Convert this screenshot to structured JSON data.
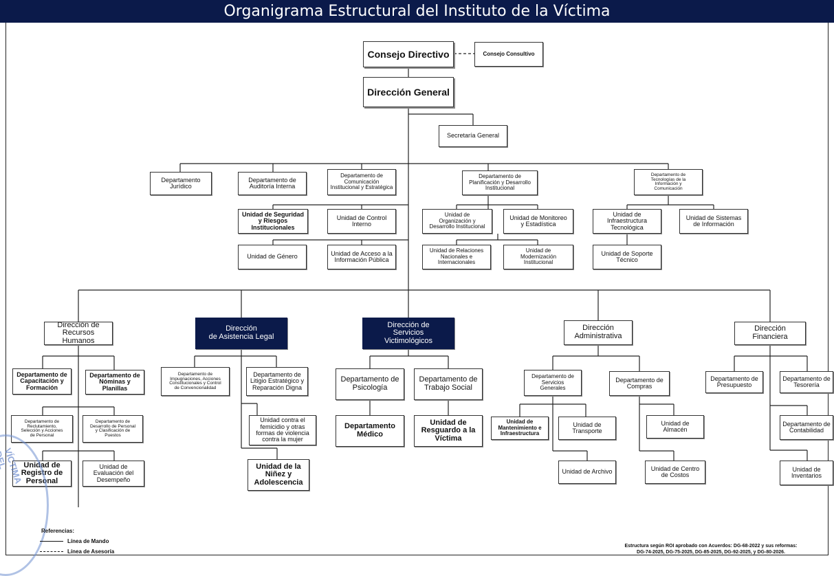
{
  "title": "Organigrama Estructural del Instituto de la Víctima",
  "nodes": {
    "consejo_directivo": "Consejo Directivo",
    "consejo_consultivo": "Consejo Consultivo",
    "direccion_general": "Dirección General",
    "secretaria_general": "Secretaría General",
    "dep_juridico": "Departamento\nJurídico",
    "dep_auditoria": "Departamento de\nAuditoría Interna",
    "dep_comunicacion": "Departamento de\nComunicación\nInstitucional y Estratégica",
    "dep_planificacion": "Departamento de\nPlanificación y Desarrollo\nInstitucional",
    "dep_tecnologias": "Departamento de\nTecnologías de la\nInformación y\nComunicación",
    "u_seguridad": "Unidad de Seguridad\ny Riesgos\nInstitucionales",
    "u_control": "Unidad de Control\nInterno",
    "u_organizacion": "Unidad de\nOrganización y\nDesarrollo Institucional",
    "u_monitoreo": "Unidad de Monitoreo\ny Estadística",
    "u_infraestructura_tec": "Unidad de\nInfraestructura\nTecnológica",
    "u_sistemas": "Unidad de Sistemas\nde Información",
    "u_genero": "Unidad de Género",
    "u_acceso": "Unidad de Acceso a la\nInformación Pública",
    "u_relaciones": "Unidad de Relaciones\nNacionales e\nInternacionales",
    "u_modernizacion": "Unidad de\nModernización\nInstitucional",
    "u_soporte": "Unidad de Soporte\nTécnico",
    "d_rrhh": "Dirección de\nRecursos Humanos",
    "d_asistencia": "Dirección\nde Asistencia Legal",
    "d_victimologicos": "Dirección de\nServicios\nVictimológicos",
    "d_administrativa": "Dirección\nAdministrativa",
    "d_financiera": "Dirección Financiera",
    "dep_capacitacion": "Departamento de\nCapacitación y\nFormación",
    "dep_nominas": "Departamento de\nNóminas y\nPlanillas",
    "dep_impugnaciones": "Departamento de\nImpugnaciones, Acciones\nConstitucionales y Control\nde Convencionalidad",
    "dep_litigio": "Departamento de\nLitigio Estratégico y\nReparación Digna",
    "dep_psicologia": "Departamento de\nPsicología",
    "dep_trabajo_social": "Departamento de\nTrabajo Social",
    "dep_servicios_generales": "Departamento de\nServicios\nGenerales",
    "dep_compras": "Departamento de\nCompras",
    "dep_presupuesto": "Departamento de\nPresupuesto",
    "dep_tesoreria": "Departamento de\nTesorería",
    "dep_reclutamiento": "Departamento de\nReclutamiento,\nSelección y Acciones\nde Personal",
    "dep_desarrollo_personal": "Departamento de\nDesarrollo de Personal\ny Clasificación de\nPuestos",
    "u_femicidio": "Unidad contra el\nfemicidio y otras\nformas de violencia\ncontra la mujer",
    "dep_medico": "Departamento\nMédico",
    "u_resguardo": "Unidad de\nResguardo a la\nVíctima",
    "u_mantenimiento": "Unidad de\nMantenimiento e\nInfraestructura",
    "u_transporte": "Unidad de\nTransporte",
    "u_almacen": "Unidad de\nAlmacén",
    "dep_contabilidad": "Departamento de\nContabilidad",
    "u_registro": "Unidad de\nRegistro de\nPersonal",
    "u_evaluacion": "Unidad de\nEvaluación del\nDesempeño",
    "u_ninez": "Unidad de la\nNiñez y\nAdolescencia",
    "u_archivo": "Unidad de Archivo",
    "u_centro_costos": "Unidad de Centro\nde Costos",
    "u_inventarios": "Unidad de\nInventarios"
  },
  "legend": {
    "heading": "Referencias:",
    "mando": "Línea de Mando",
    "asesoria": "Línea de Asesoría"
  },
  "footnote": {
    "line1": "Estructura según ROI aprobado con Acuerdos: DG-68-2022 y sus reformas:",
    "line2": "DG-74-2025, DG-75-2025, DG-85-2025, DG-92-2025, y DG-80-2026."
  },
  "seal": {
    "text": "VÍCTIMA DEL DELITO -"
  },
  "colors": {
    "header": "#0b1a4a",
    "highlight": "#0b1a4a"
  }
}
